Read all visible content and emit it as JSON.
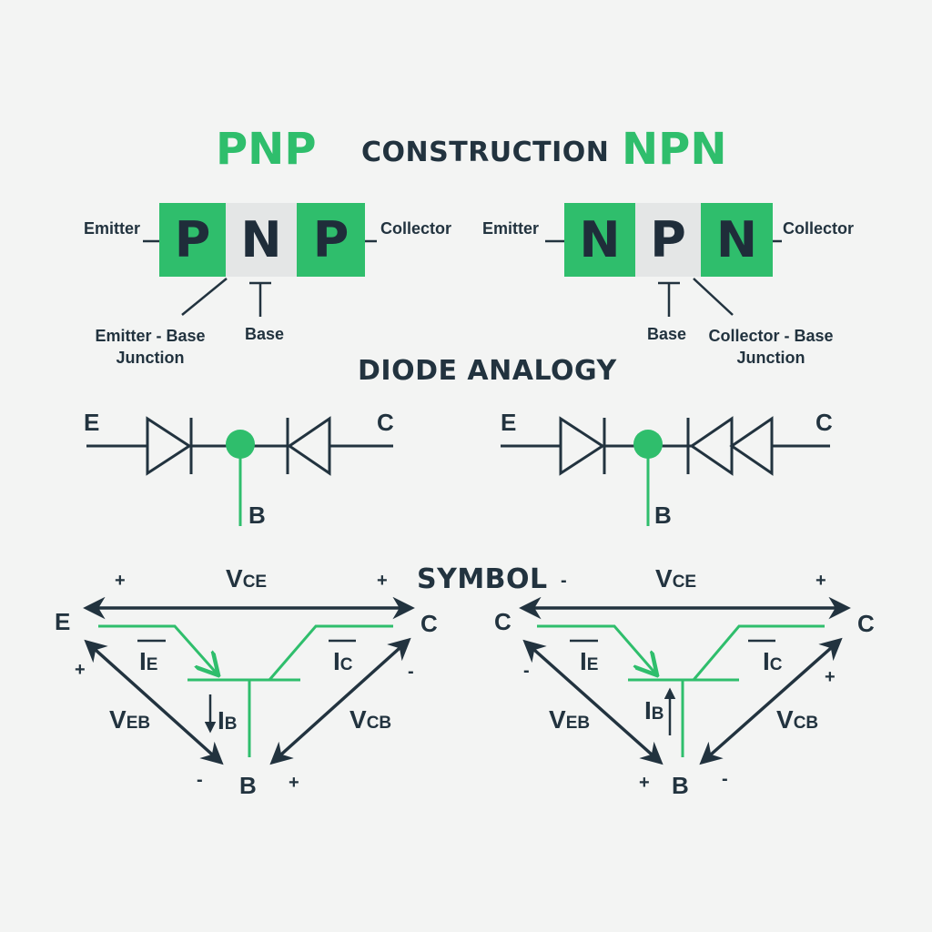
{
  "headings": {
    "pnp_title": "PNP",
    "construction": "CONSTRUCTION",
    "npn_title": "NPN",
    "diode_analogy": "DIODE ANALOGY",
    "symbol": "SYMBOL"
  },
  "construction": {
    "pnp": {
      "layers": [
        "P",
        "N",
        "P"
      ],
      "emitter": "Emitter",
      "collector": "Collector",
      "junction": "Emitter - Base\nJunction",
      "base": "Base"
    },
    "npn": {
      "layers": [
        "N",
        "P",
        "N"
      ],
      "emitter": "Emitter",
      "collector": "Collector",
      "junction": "Collector - Base\nJunction",
      "base": "Base"
    }
  },
  "diode": {
    "pnp": {
      "e": "E",
      "c": "C",
      "b": "B"
    },
    "npn": {
      "e": "E",
      "c": "C",
      "b": "B"
    }
  },
  "symbol": {
    "pnp": {
      "left_node": "E",
      "right_node": "C",
      "base_node": "B",
      "vce": "V",
      "vce_sub": "CE",
      "veb": "V",
      "veb_sub": "EB",
      "vcb": "V",
      "vcb_sub": "CB",
      "ie": "I",
      "ie_sub": "E",
      "ic": "I",
      "ic_sub": "C",
      "ib": "I",
      "ib_sub": "B",
      "sign_vce_left": "+",
      "sign_vce_right": "+",
      "sign_left": "+",
      "sign_right": "-",
      "sign_base_left": "-",
      "sign_base_right": "+"
    },
    "npn": {
      "left_node": "C",
      "right_node": "C",
      "base_node": "B",
      "vce": "V",
      "vce_sub": "CE",
      "veb": "V",
      "veb_sub": "EB",
      "vcb": "V",
      "vcb_sub": "CB",
      "ie": "I",
      "ie_sub": "E",
      "ic": "I",
      "ic_sub": "C",
      "ib": "I",
      "ib_sub": "B",
      "sign_vce_left": "-",
      "sign_vce_right": "+",
      "sign_left": "-",
      "sign_right": "+",
      "sign_base_left": "+",
      "sign_base_right": "-"
    }
  },
  "colors": {
    "green": "#2fbe6c",
    "dark": "#22333f",
    "grey_layer": "#e4e6e6",
    "background": "#f3f4f3"
  }
}
